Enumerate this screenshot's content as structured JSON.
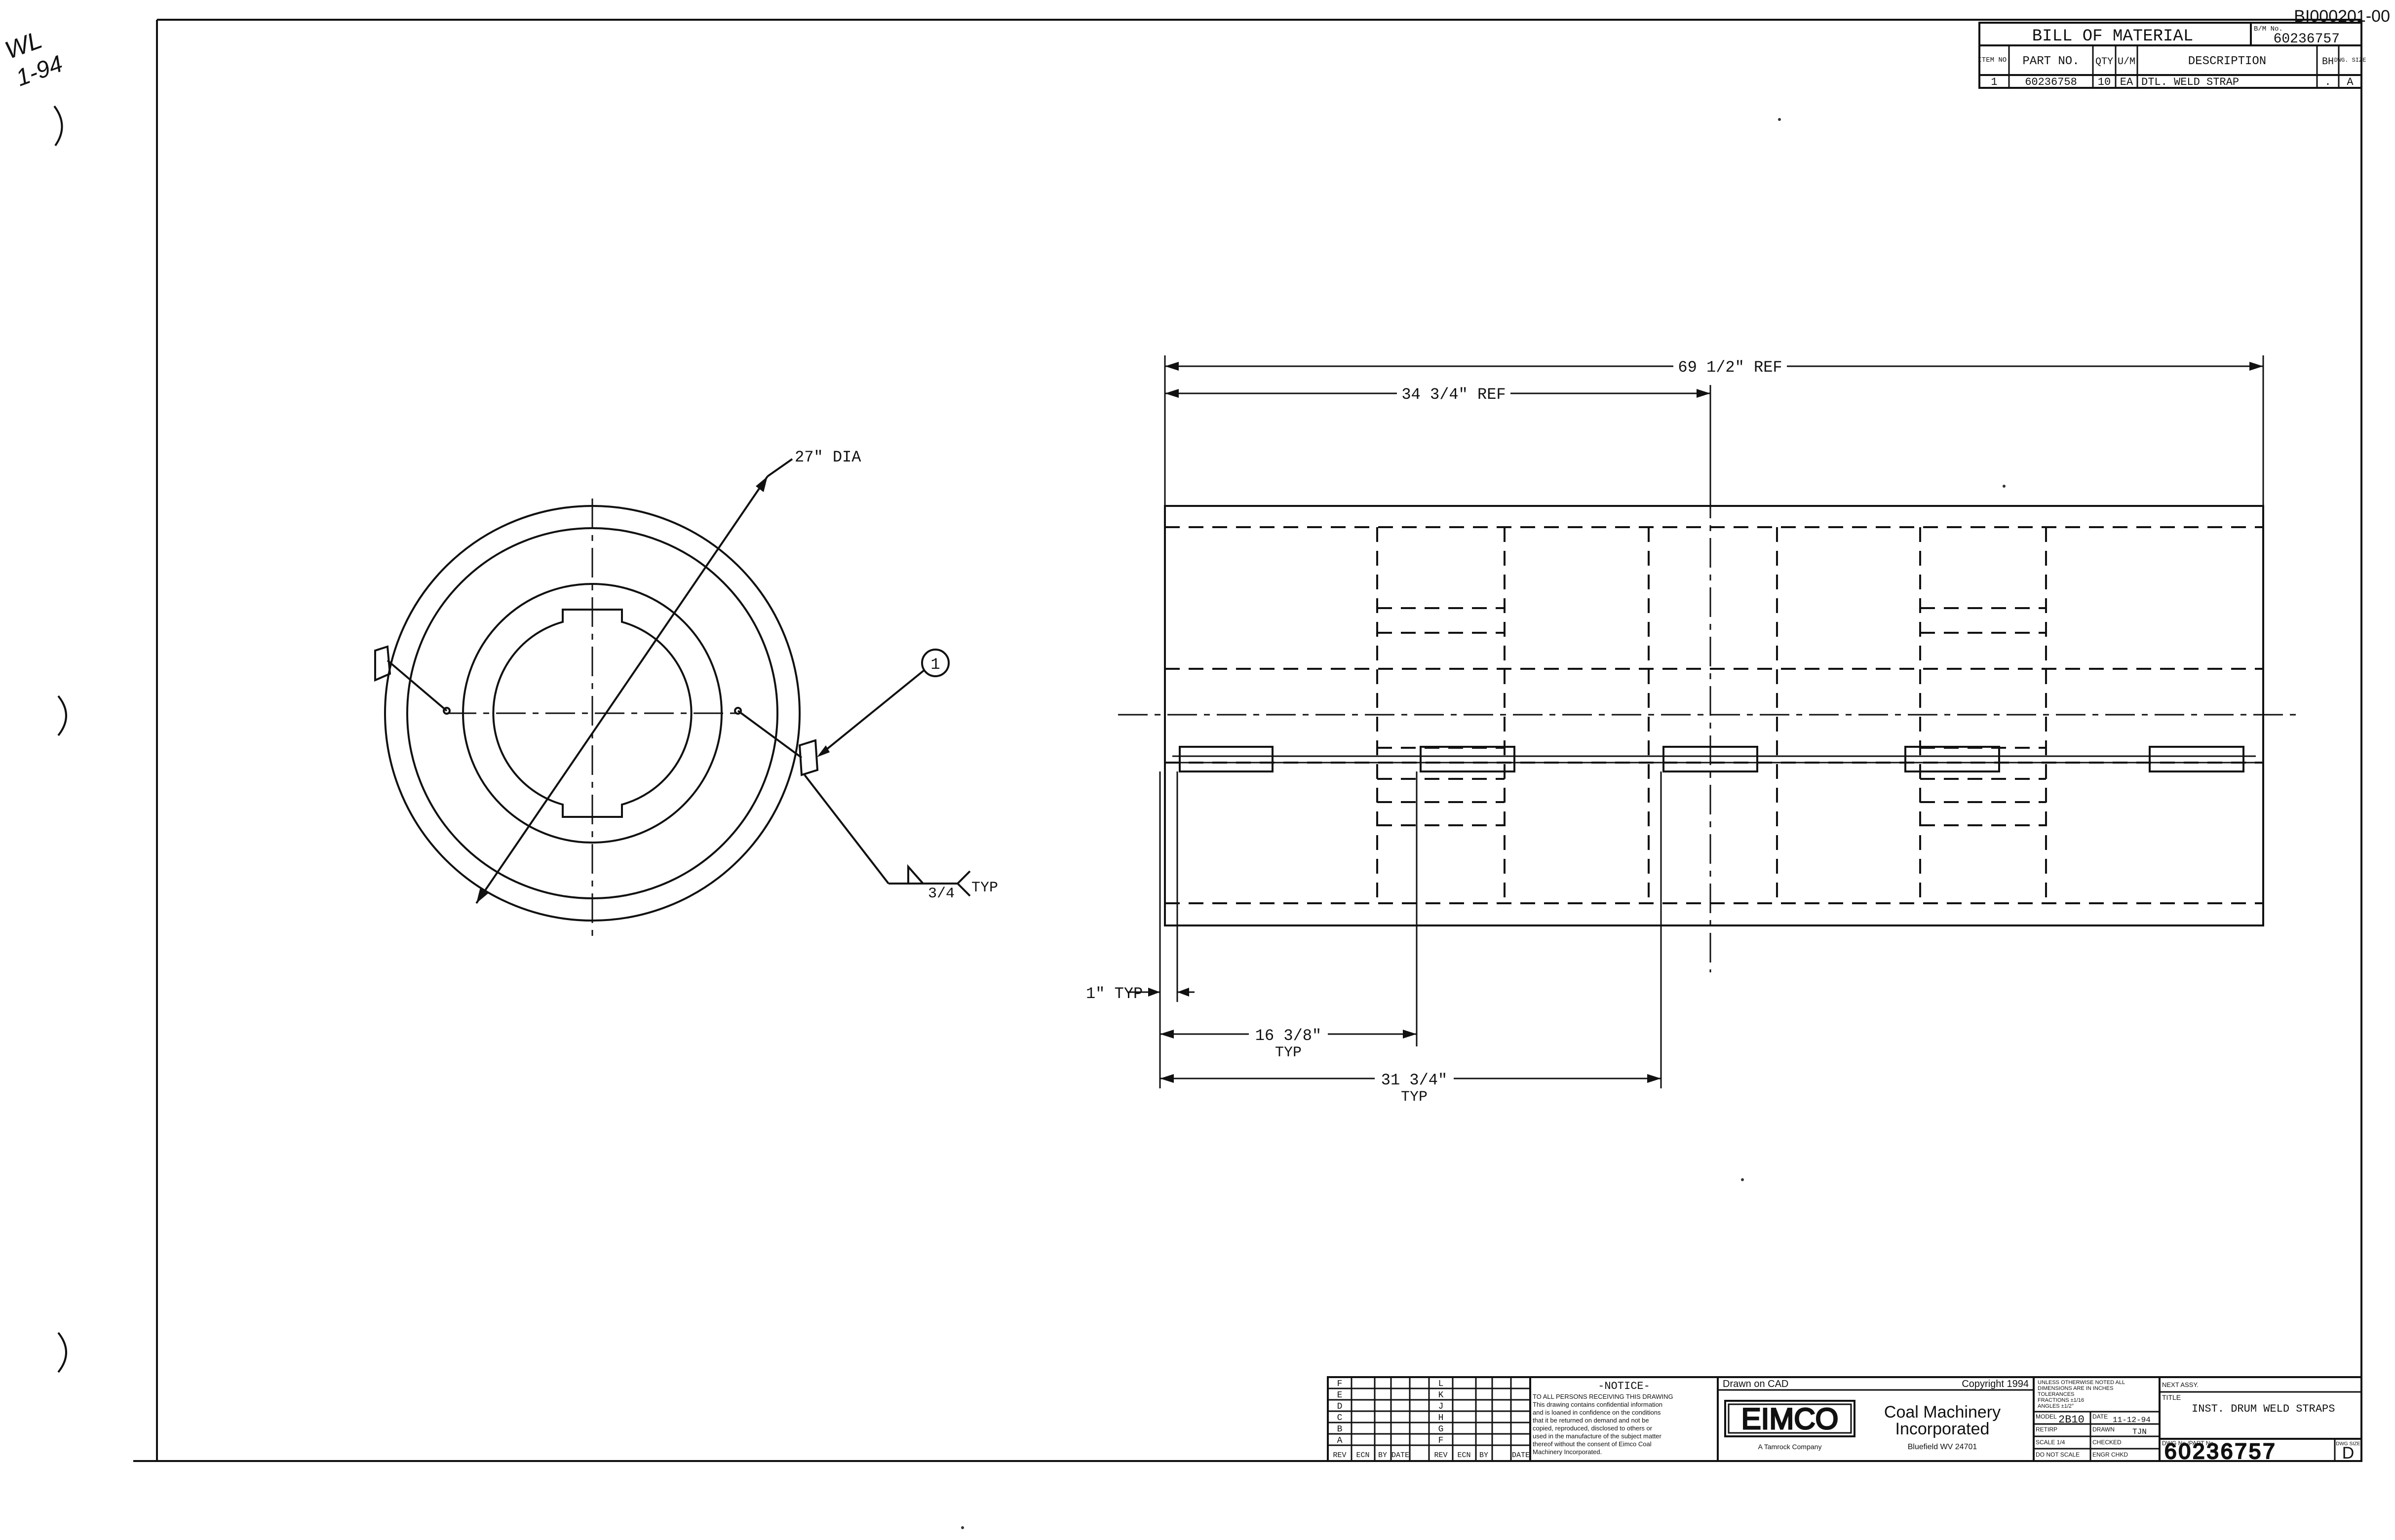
{
  "header": {
    "doc_id": "BI000201-00"
  },
  "handwriting": {
    "line1": "WL",
    "line2": "1-94"
  },
  "bom": {
    "title": "BILL OF MATERIAL",
    "bm_no_label": "B/M No.",
    "bm_no": "60236757",
    "columns": [
      "ITEM NO.",
      "PART NO.",
      "QTY",
      "U/M",
      "DESCRIPTION",
      "BH",
      "DWG. SIZE"
    ],
    "rows": [
      {
        "item": "1",
        "part_no": "60236758",
        "qty": "10",
        "um": "EA",
        "description": "DTL. WELD STRAP",
        "bh": ".",
        "size": "A"
      }
    ]
  },
  "end_view": {
    "dia_label": "27\" DIA",
    "balloon": "1",
    "weld_size": "3/4",
    "weld_note": "TYP"
  },
  "side_view": {
    "dim_overall": "69 1/2\" REF",
    "dim_half": "34 3/4\" REF",
    "dim_edge": "1\" TYP",
    "dim_mid_value": "16 3/8\"",
    "dim_mid_note": "TYP",
    "dim_long_value": "31 3/4\"",
    "dim_long_note": "TYP"
  },
  "title_block": {
    "rev_letters_left": [
      "F",
      "E",
      "D",
      "C",
      "B",
      "A"
    ],
    "rev_letters_right": [
      "L",
      "K",
      "J",
      "H",
      "G",
      "F"
    ],
    "rev_header": [
      "REV",
      "ECN",
      "BY",
      "DATE",
      "REV",
      "ECN",
      "BY",
      "DATE"
    ],
    "notice_title": "-NOTICE-",
    "notice_lines": [
      "TO ALL PERSONS RECEIVING THIS DRAWING",
      "This drawing contains confidential information",
      "and is loaned in confidence on the conditions",
      "that it be returned on demand and not be",
      "copied, reproduced, disclosed to others or",
      "used in the manufacture of the subject matter",
      "thereof without the consent of Eimco Coal",
      "Machinery Incorporated."
    ],
    "drawn_on": "Drawn on CAD",
    "copyright": "Copyright 1994",
    "logo_text": "EIMCO",
    "company_line1": "Coal Machinery",
    "company_line2": "Incorporated",
    "company_sub": "A Tamrock Company",
    "company_address": "Bluefield WV 24701",
    "tol_lines": [
      "UNLESS OTHERWISE NOTED ALL",
      "DIMENSIONS ARE IN INCHES",
      "TOLERANCES",
      "FRACTIONS ±1/16",
      "ANGLES ±1/2°"
    ],
    "model_label": "MODEL",
    "model_value": "2B10",
    "date_label": "DATE",
    "date_value": "11-12-94",
    "retirp_label": "RETIRP",
    "drawn_label": "DRAWN",
    "drawn_value": "TJN",
    "scale_label": "SCALE 1/4",
    "checked_label": "CHECKED",
    "dont_scale": "DO NOT SCALE",
    "engr_label": "ENGR CHKD",
    "next_assy_label": "NEXT ASSY.",
    "title_label": "TITLE",
    "title_value": "INST. DRUM WELD STRAPS",
    "dwg_no_label": "DWG No./PART No.",
    "dwg_no": "60236757",
    "size_label": "DWG SIZE",
    "size_value": "D"
  }
}
